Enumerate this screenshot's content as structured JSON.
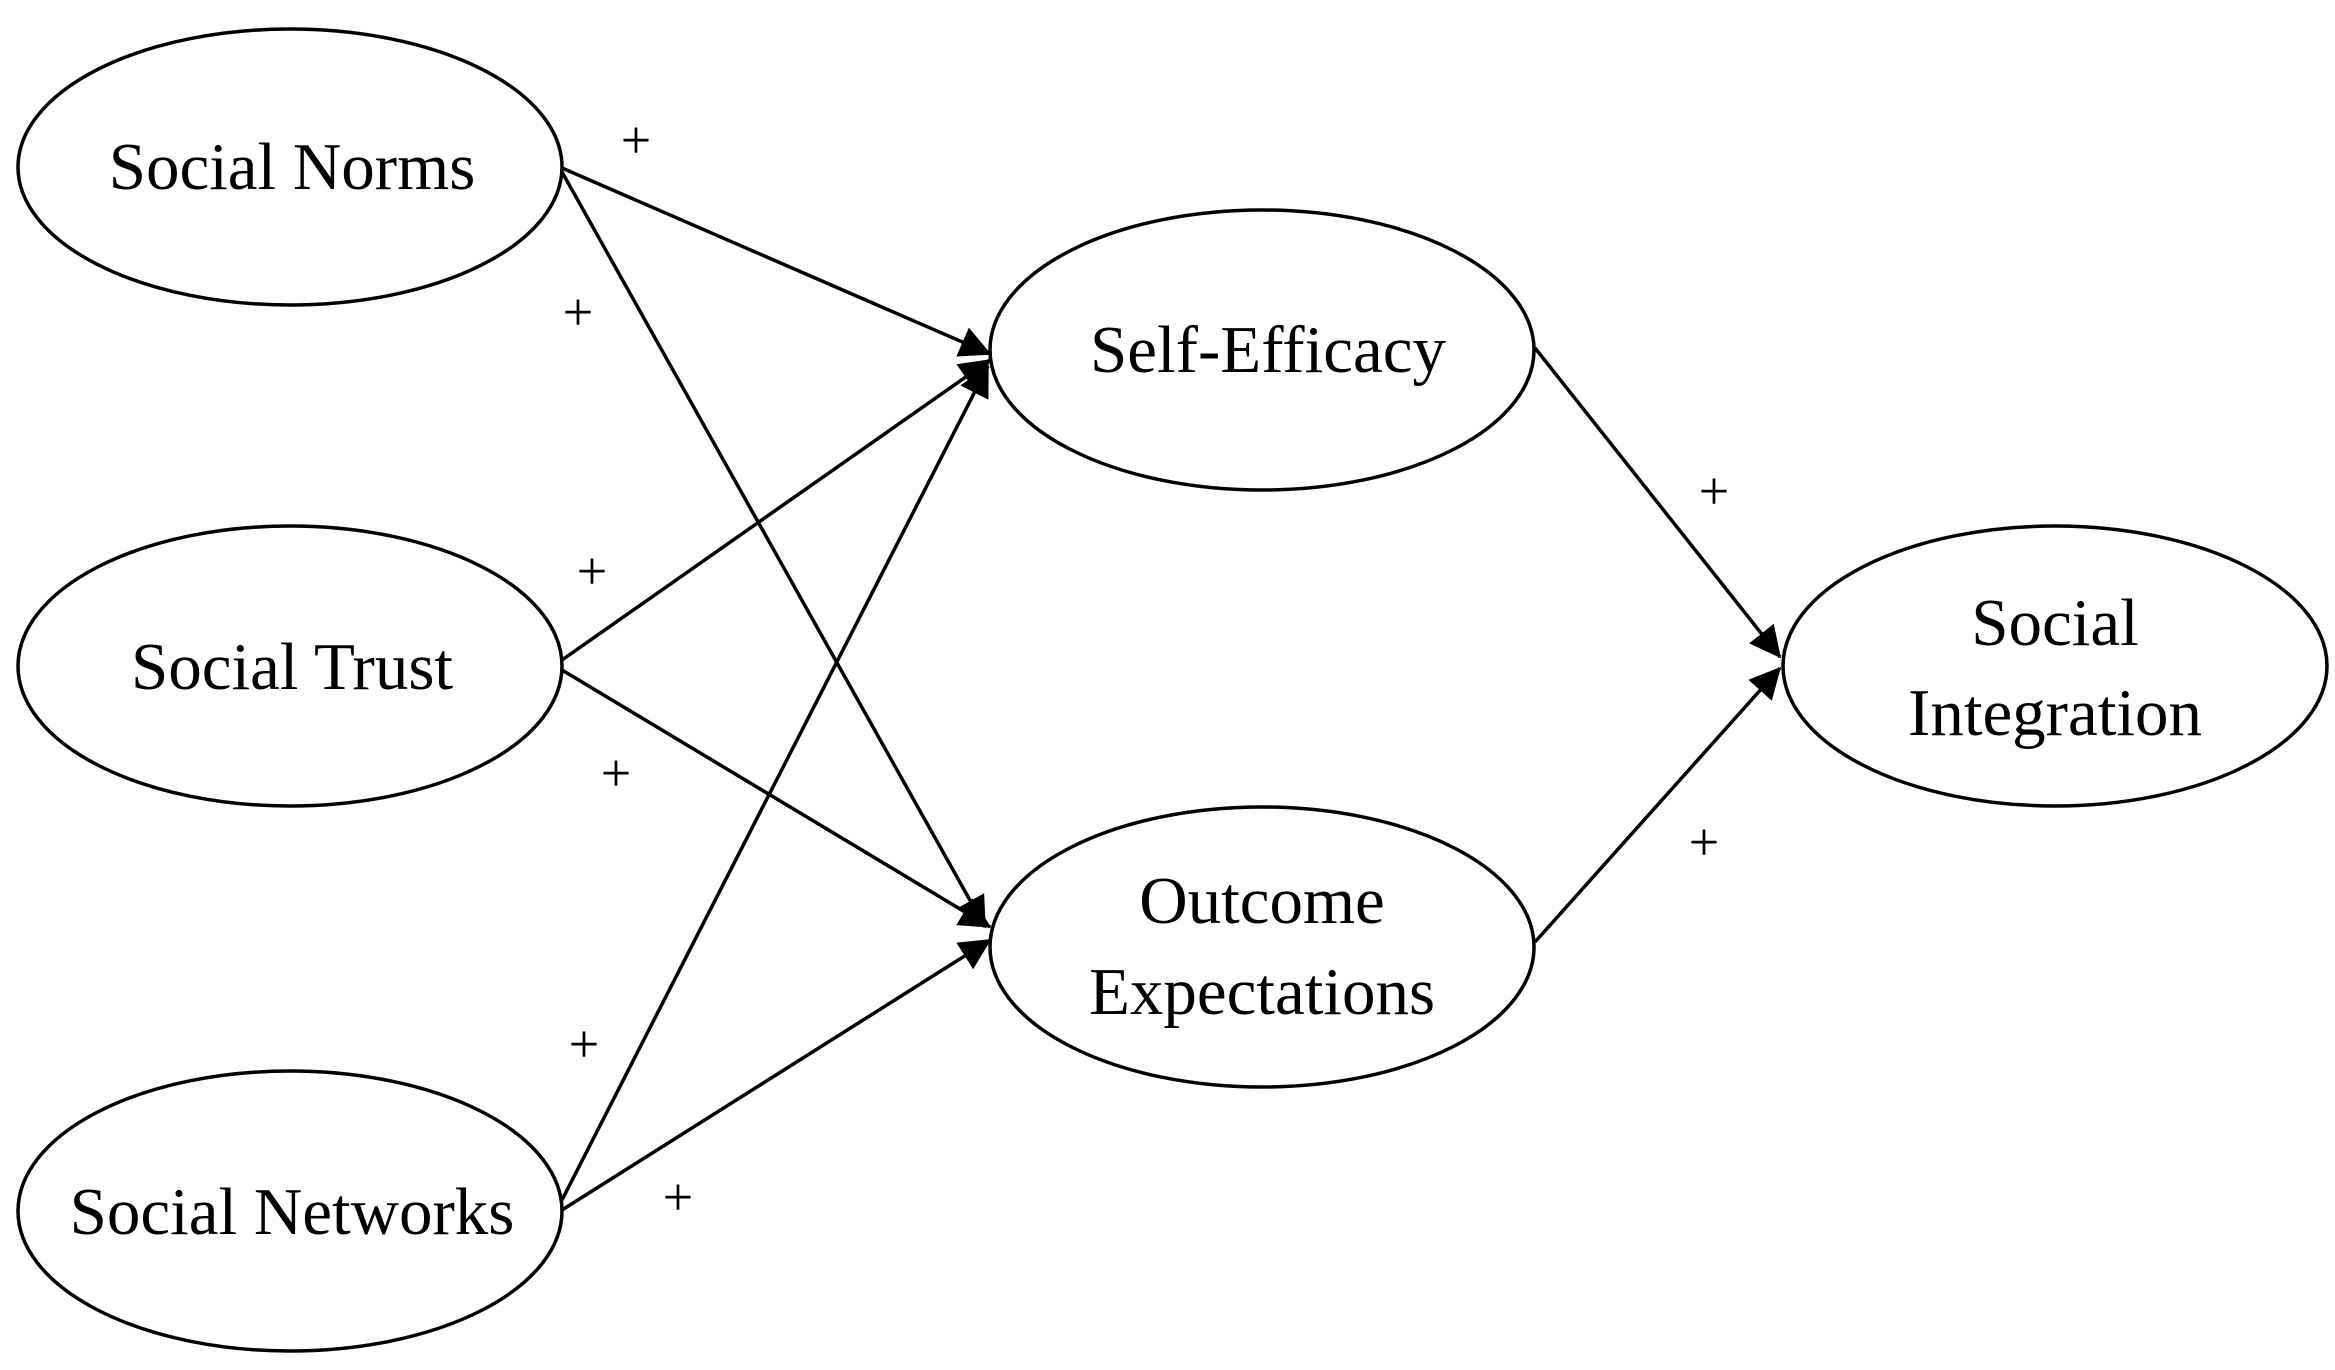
{
  "diagram": {
    "type": "path-model",
    "nodes": {
      "social_norms": {
        "label": "Social Norms"
      },
      "social_trust": {
        "label": "Social Trust"
      },
      "social_networks": {
        "label": "Social Networks"
      },
      "self_efficacy": {
        "label": "Self-Efficacy"
      },
      "outcome_expectations": {
        "label_line1": "Outcome",
        "label_line2": "Expectations"
      },
      "social_integration": {
        "label_line1": "Social",
        "label_line2": "Integration"
      }
    },
    "edges": [
      {
        "from": "Social Norms",
        "to": "Self-Efficacy",
        "sign": "+"
      },
      {
        "from": "Social Norms",
        "to": "Outcome Expectations",
        "sign": "+"
      },
      {
        "from": "Social Trust",
        "to": "Self-Efficacy",
        "sign": "+"
      },
      {
        "from": "Social Trust",
        "to": "Outcome Expectations",
        "sign": "+"
      },
      {
        "from": "Social Networks",
        "to": "Self-Efficacy",
        "sign": "+"
      },
      {
        "from": "Social Networks",
        "to": "Outcome Expectations",
        "sign": "+"
      },
      {
        "from": "Self-Efficacy",
        "to": "Social Integration",
        "sign": "+"
      },
      {
        "from": "Outcome Expectations",
        "to": "Social Integration",
        "sign": "+"
      }
    ],
    "colors": {
      "stroke": "#000000",
      "background": "#ffffff"
    }
  }
}
